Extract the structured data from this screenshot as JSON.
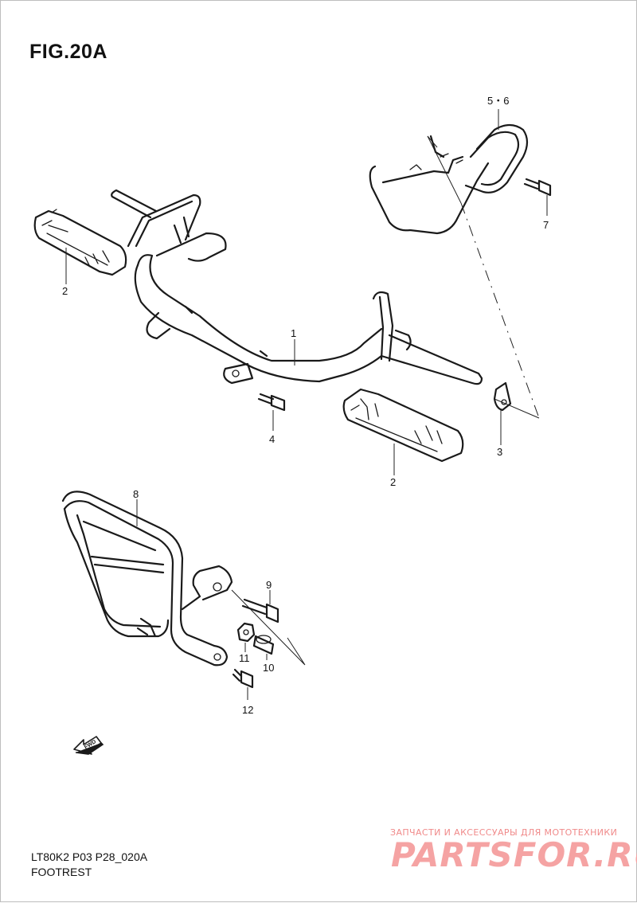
{
  "figure": {
    "title": "FIG.20A",
    "code": "LT80K2 P03 P28_020A",
    "name": "FOOTREST"
  },
  "callouts": [
    "1",
    "2",
    "2",
    "3",
    "4",
    "5・6",
    "7",
    "8",
    "9",
    "10",
    "11",
    "12"
  ],
  "direction_tag": "FWD",
  "watermark": {
    "caption": "ЗАПЧАСТИ И АКСЕССУАРЫ ДЛЯ МОТОТЕХНИКИ",
    "logo": "PARTSFOR.RU"
  },
  "colors": {
    "line": "#1a1a1a",
    "watermark": "#f5a3a3"
  }
}
